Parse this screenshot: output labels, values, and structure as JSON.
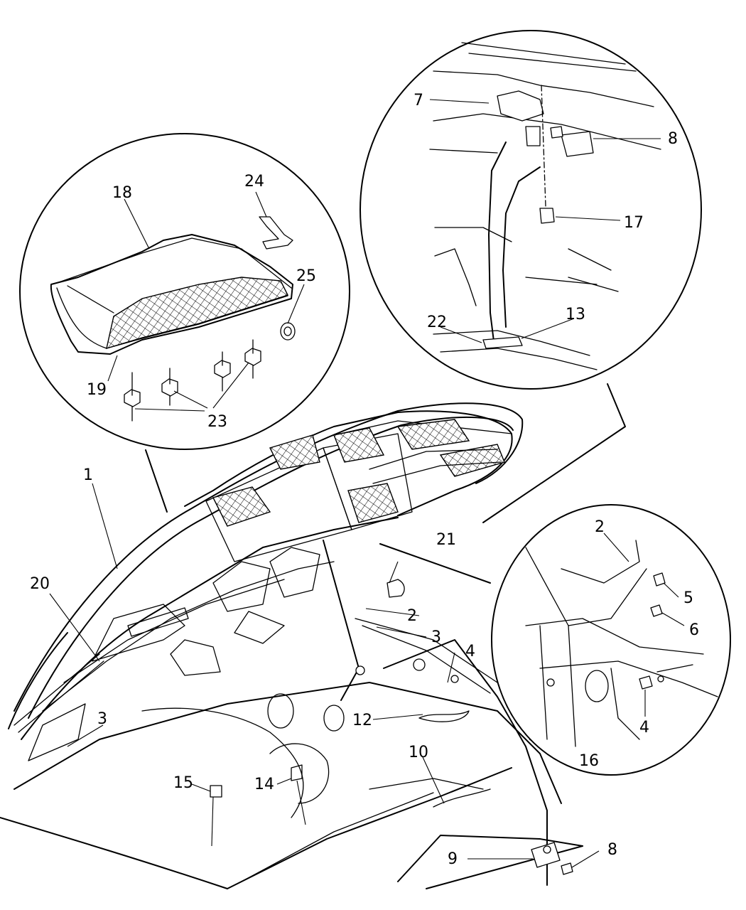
{
  "callouts": {
    "c1": "1",
    "c2a": "2",
    "c2b": "2",
    "c3a": "3",
    "c3b": "3",
    "c4a": "4",
    "c4b": "4",
    "c5": "5",
    "c6": "6",
    "c7": "7",
    "c8a": "8",
    "c8b": "8",
    "c9": "9",
    "c10": "10",
    "c12": "12",
    "c13": "13",
    "c14": "14",
    "c15": "15",
    "c16": "16",
    "c17": "17",
    "c18": "18",
    "c19": "19",
    "c20": "20",
    "c21": "21",
    "c22": "22",
    "c23": "23",
    "c24": "24",
    "c25": "25"
  }
}
